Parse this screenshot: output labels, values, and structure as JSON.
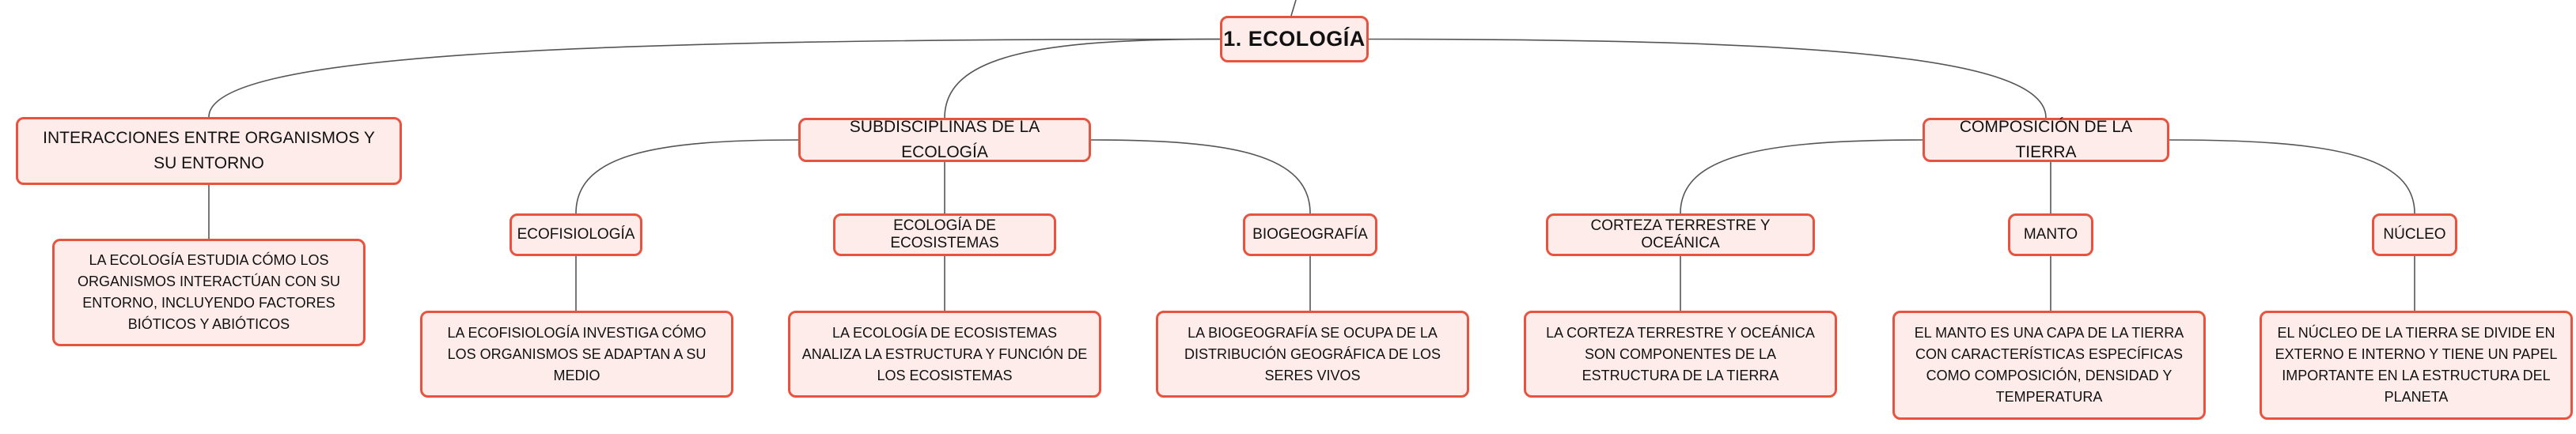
{
  "diagram": {
    "root": {
      "label": "1. ECOLOGÍA"
    },
    "branches": [
      {
        "label": "INTERACCIONES ENTRE ORGANISMOS Y SU ENTORNO",
        "detail": "LA ECOLOGÍA ESTUDIA CÓMO LOS ORGANISMOS INTERACTÚAN CON SU ENTORNO, INCLUYENDO FACTORES BIÓTICOS Y ABIÓTICOS"
      },
      {
        "label": "SUBDISCIPLINAS DE LA ECOLOGÍA",
        "children": [
          {
            "label": "ECOFISIOLOGÍA",
            "detail": "LA ECOFISIOLOGÍA INVESTIGA CÓMO LOS ORGANISMOS SE ADAPTAN A SU MEDIO"
          },
          {
            "label": "ECOLOGÍA DE ECOSISTEMAS",
            "detail": "LA ECOLOGÍA DE ECOSISTEMAS ANALIZA LA ESTRUCTURA Y FUNCIÓN DE LOS ECOSISTEMAS"
          },
          {
            "label": "BIOGEOGRAFÍA",
            "detail": "LA BIOGEOGRAFÍA SE OCUPA DE LA DISTRIBUCIÓN GEOGRÁFICA DE LOS SERES VIVOS"
          }
        ]
      },
      {
        "label": "COMPOSICIÓN DE LA TIERRA",
        "children": [
          {
            "label": "CORTEZA TERRESTRE Y OCEÁNICA",
            "detail": "LA CORTEZA TERRESTRE Y OCEÁNICA SON COMPONENTES DE LA ESTRUCTURA DE LA TIERRA"
          },
          {
            "label": "MANTO",
            "detail": "EL MANTO ES UNA CAPA DE LA TIERRA CON CARACTERÍSTICAS ESPECÍFICAS COMO COMPOSICIÓN, DENSIDAD Y TEMPERATURA"
          },
          {
            "label": "NÚCLEO",
            "detail": "EL NÚCLEO DE LA TIERRA SE DIVIDE EN EXTERNO E INTERNO Y TIENE UN PAPEL IMPORTANTE EN LA ESTRUCTURA DEL PLANETA"
          }
        ]
      }
    ]
  },
  "colors": {
    "node_fill": "#fdecea",
    "node_border": "#e8533f",
    "connector": "#555555",
    "text": "#111111",
    "background": "#ffffff"
  }
}
